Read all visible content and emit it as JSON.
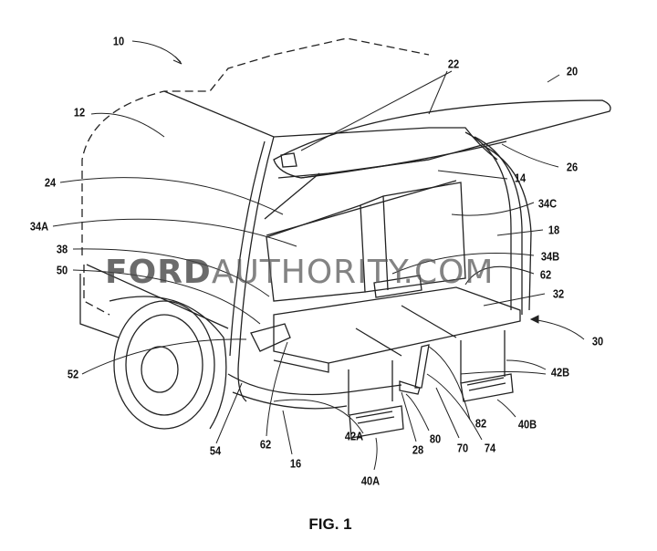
{
  "figure": {
    "caption": "FIG. 1",
    "watermark": {
      "part1": "FORD",
      "part2": "AUTHORITY.COM"
    },
    "labels": {
      "l10": "10",
      "l22": "22",
      "l20": "20",
      "l12": "12",
      "l26": "26",
      "l24": "24",
      "l14": "14",
      "l34c": "34C",
      "l18": "18",
      "l34a": "34A",
      "l38": "38",
      "l34b": "34B",
      "l62a": "62",
      "l50": "50",
      "l32": "32",
      "l30": "30",
      "l52": "52",
      "l42b": "42B",
      "l40b": "40B",
      "l42a": "42A",
      "l82": "82",
      "l80": "80",
      "l74": "74",
      "l70": "70",
      "l28": "28",
      "l54": "54",
      "l62b": "62",
      "l16": "16",
      "l40a": "40A"
    }
  }
}
